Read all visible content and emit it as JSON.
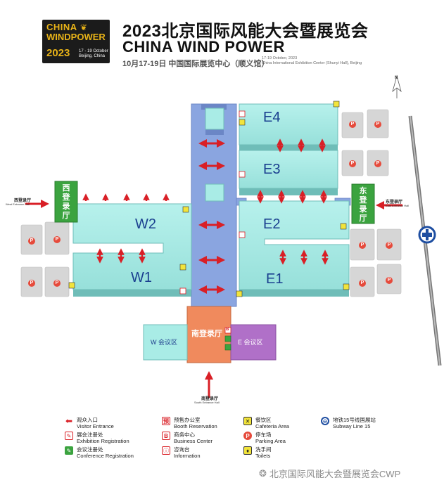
{
  "header": {
    "logo_line1": "CHINA",
    "logo_line2": "WINDPOWER",
    "logo_year": "2023",
    "logo_dates": "17 - 19 October",
    "logo_city": "Beijing, China",
    "title_zh": "2023北京国际风能大会暨展览会",
    "title_en": "CHINA WIND POWER",
    "date_zh": "10月17-19日   中国国际展览中心（顺义馆）",
    "date_en_1": "17-19 October, 2023",
    "date_en_2": "China International Exhibition Center (Shunyi Hall), Beijing"
  },
  "halls": {
    "e4": "E4",
    "e3": "E3",
    "e2": "E2",
    "e1": "E1",
    "w2": "W2",
    "w1": "W1"
  },
  "entrances": {
    "west_zh": "西登录厅",
    "west_label_zh": "西登录厅",
    "west_label_en": "West Entrance Hall",
    "east_zh": "东登录厅",
    "east_label_zh": "东登录厅",
    "east_label_en": "East Entrance Hall",
    "south_zh": "南登录厅",
    "south_label_zh": "南登录厅",
    "south_label_en": "South Entrance Hall"
  },
  "meeting": {
    "w": "W 会议区",
    "e": "E 会议区"
  },
  "north": "N",
  "legend": [
    {
      "icon": "red-arrow-icon",
      "zh": "观众入口",
      "en": "Visitor Entrance"
    },
    {
      "icon": "exhibition-registration-icon",
      "zh": "展会注册处",
      "en": "Exhibition Registration"
    },
    {
      "icon": "conference-registration-icon",
      "zh": "会议注册处",
      "en": "Conference Registration"
    },
    {
      "icon": "booth-reservation-icon",
      "zh": "预售办公室",
      "en": "Booth Reservation"
    },
    {
      "icon": "business-center-icon",
      "zh": "商务中心",
      "en": "Business Center"
    },
    {
      "icon": "information-icon",
      "zh": "咨询台",
      "en": "Information"
    },
    {
      "icon": "cafeteria-icon",
      "zh": "餐饮区",
      "en": "Cafeteria Area"
    },
    {
      "icon": "parking-icon",
      "zh": "停车场",
      "en": "Parking Area"
    },
    {
      "icon": "toilets-icon",
      "zh": "洗手间",
      "en": "Toilets"
    },
    {
      "icon": "subway-icon",
      "zh": "地铁15号线国展站",
      "en": "Subway Line 15"
    }
  ],
  "legend_symbols": {
    "booth": "预",
    "business": "B",
    "parking": "P"
  },
  "watermark": "北京国际风能大会暨展览会CWP",
  "colors": {
    "hall": "#a9ece6",
    "corridor": "#8aa5e0",
    "arrow": "#d91f26",
    "entrance_green": "#3ba33f",
    "south_entrance": "#f08a5d",
    "e_meeting": "#b070c8",
    "w_meeting": "#a9ece6",
    "parking": "#d2d2d2"
  }
}
